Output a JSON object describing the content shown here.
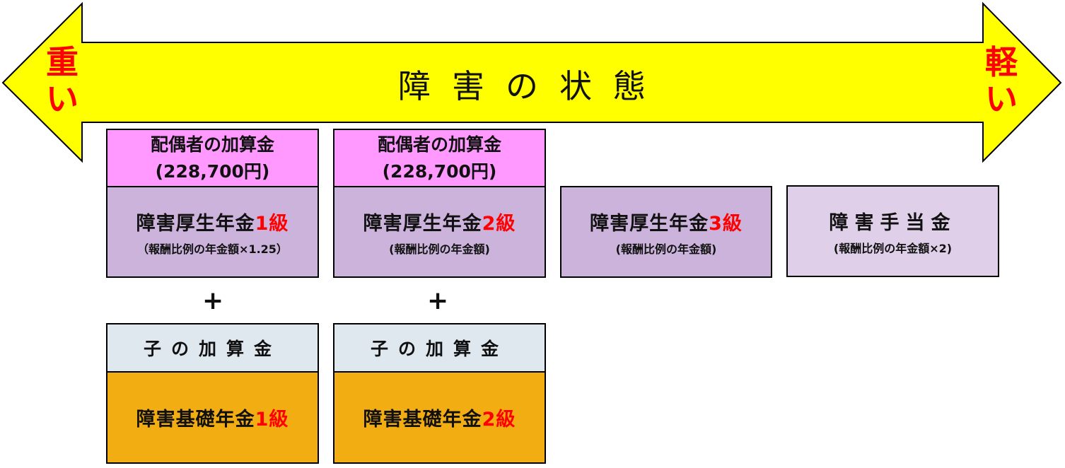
{
  "arrow": {
    "title": "障害の状態",
    "left_label": "重い",
    "right_label": "軽い",
    "color": "#ffff00"
  },
  "columns": [
    {
      "spouse": {
        "title": "配偶者の加算金",
        "amount": "(228,700円)"
      },
      "kosei": {
        "name": "障害厚生年金",
        "grade": "1級",
        "note": "（報酬比例の年金額×1.25）"
      },
      "plus": "+",
      "child": "子の加算金",
      "kiso": {
        "name": "障害基礎年金",
        "grade": "1級"
      }
    },
    {
      "spouse": {
        "title": "配偶者の加算金",
        "amount": "(228,700円)"
      },
      "kosei": {
        "name": "障害厚生年金",
        "grade": "2級",
        "note": "(報酬比例の年金額)"
      },
      "plus": "+",
      "child": "子の加算金",
      "kiso": {
        "name": "障害基礎年金",
        "grade": "2級"
      }
    },
    {
      "kosei": {
        "name": "障害厚生年金",
        "grade": "3級",
        "note": "(報酬比例の年金額)"
      }
    },
    {
      "teate": {
        "name": "障害手当金",
        "note": "(報酬比例の年金額×2)"
      }
    }
  ]
}
